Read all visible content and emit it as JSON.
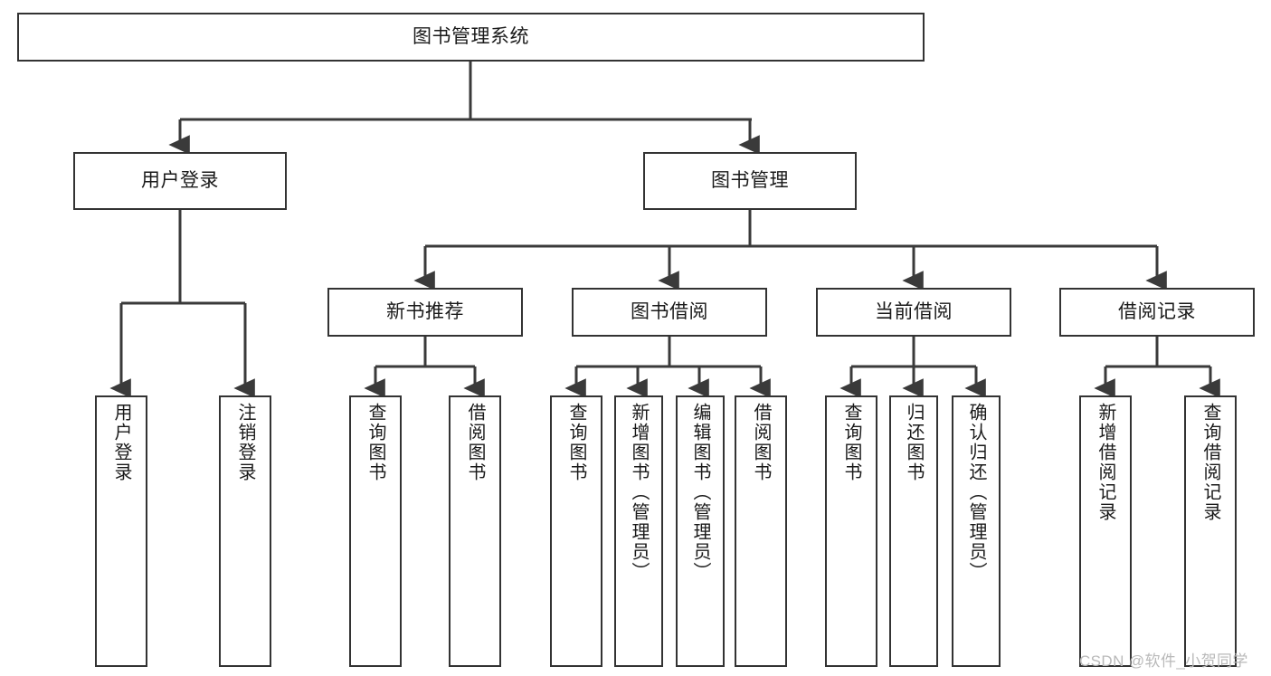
{
  "diagram": {
    "title": "图书管理系统",
    "type": "tree-hierarchy",
    "orientation": "top-down",
    "colors": {
      "node_border": "#333333",
      "node_fill": "#ffffff",
      "edge": "#3a3a3a",
      "text": "#1a1a1a",
      "watermark": "#b9b9b9",
      "background": "#ffffff"
    },
    "nodes": {
      "root": {
        "label": "图书管理系统"
      },
      "level1": [
        {
          "label": "用户登录"
        },
        {
          "label": "图书管理"
        }
      ],
      "level2": [
        {
          "label": "新书推荐"
        },
        {
          "label": "图书借阅"
        },
        {
          "label": "当前借阅"
        },
        {
          "label": "借阅记录"
        }
      ],
      "leaves": {
        "user_login": [
          {
            "label": "用户登录"
          },
          {
            "label": "注销登录"
          }
        ],
        "new_book_recommend": [
          {
            "label": "查询图书"
          },
          {
            "label": "借阅图书"
          }
        ],
        "book_borrow": [
          {
            "label": "查询图书"
          },
          {
            "label": "新增图书（管理员）"
          },
          {
            "label": "编辑图书（管理员）"
          },
          {
            "label": "借阅图书"
          }
        ],
        "current_borrow": [
          {
            "label": "查询图书"
          },
          {
            "label": "归还图书"
          },
          {
            "label": "确认归还（管理员）"
          }
        ],
        "borrow_record": [
          {
            "label": "新增借阅记录"
          },
          {
            "label": "查询借阅记录"
          }
        ]
      }
    },
    "watermark": "CSDN @软件_小贺同学"
  }
}
